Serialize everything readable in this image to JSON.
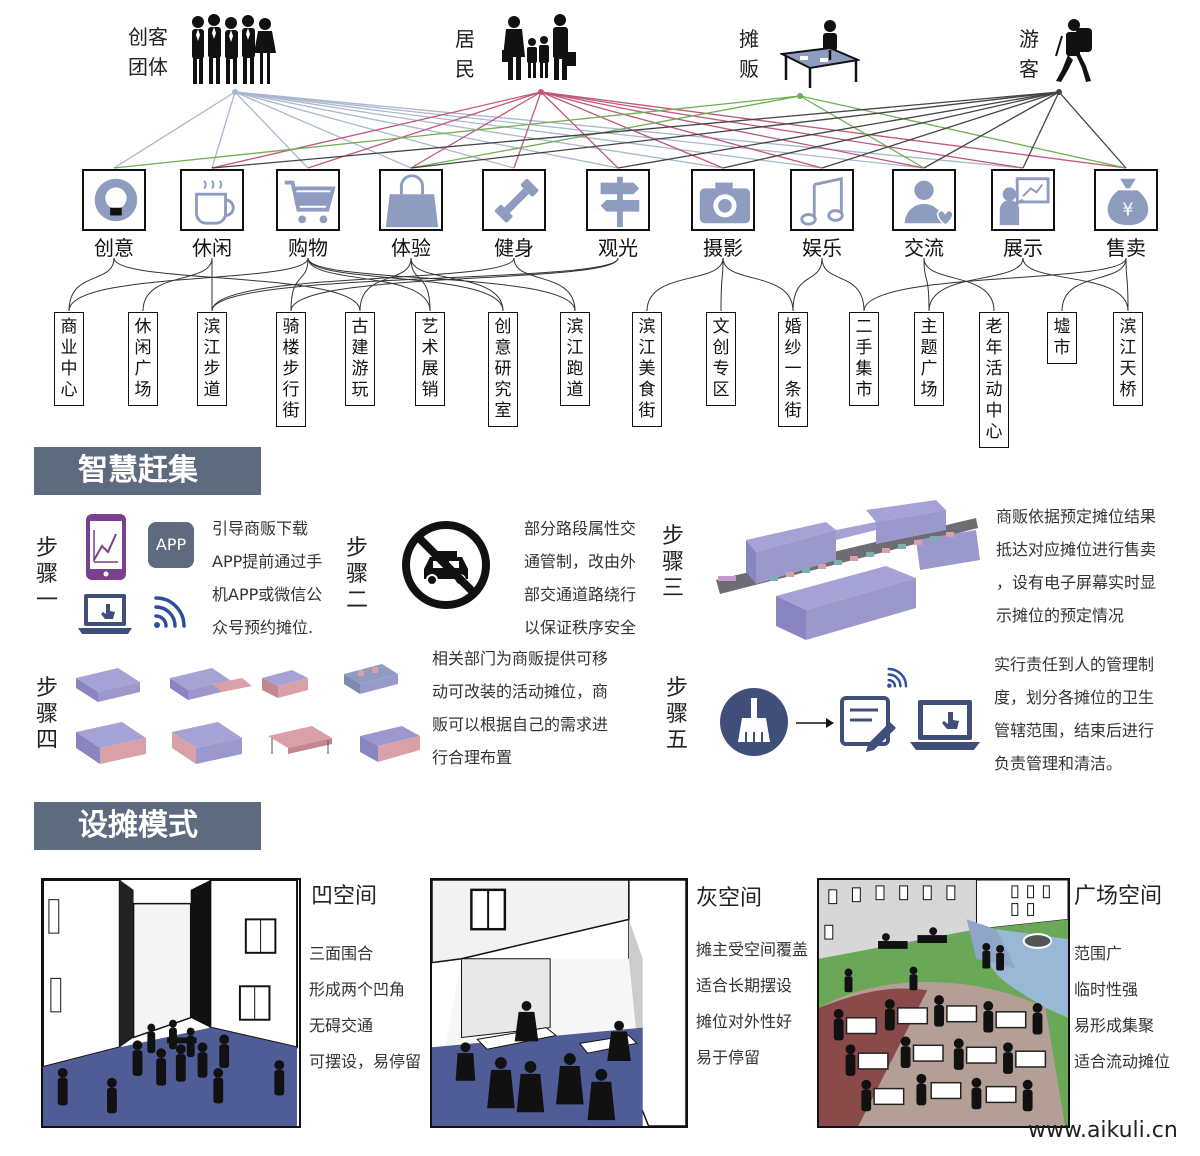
{
  "users": [
    {
      "label": "创客团体",
      "lines": [
        "创客",
        "团体"
      ],
      "icon": "maker-group-icon"
    },
    {
      "label": "居民",
      "lines": [
        "居",
        "民"
      ],
      "icon": "resident-family-icon"
    },
    {
      "label": "摊贩",
      "lines": [
        "摊",
        "贩"
      ],
      "icon": "vendor-stall-icon"
    },
    {
      "label": "游客",
      "lines": [
        "游",
        "客"
      ],
      "icon": "tourist-backpacker-icon"
    }
  ],
  "activities": [
    {
      "label": "创意",
      "icon": "lightbulb-icon"
    },
    {
      "label": "休闲",
      "icon": "coffee-cup-icon"
    },
    {
      "label": "购物",
      "icon": "shopping-cart-icon"
    },
    {
      "label": "体验",
      "icon": "shopping-bag-icon"
    },
    {
      "label": "健身",
      "icon": "dumbbell-icon"
    },
    {
      "label": "观光",
      "icon": "signpost-icon"
    },
    {
      "label": "摄影",
      "icon": "camera-icon"
    },
    {
      "label": "娱乐",
      "icon": "music-note-icon"
    },
    {
      "label": "交流",
      "icon": "person-heart-icon"
    },
    {
      "label": "展示",
      "icon": "presentation-icon"
    },
    {
      "label": "售卖",
      "icon": "money-bag-icon"
    }
  ],
  "places": [
    "商业中心",
    "休闲广场",
    "滨江步道",
    "骑楼步行街",
    "古建游玩",
    "艺术展销",
    "创意研究室",
    "滨江跑道",
    "滨江美食街",
    "文创专区",
    "婚纱一条街",
    "二手集市",
    "主题广场",
    "老年活动中心",
    "墟市",
    "滨江天桥"
  ],
  "section1": {
    "title": "智慧赶集",
    "steps": [
      {
        "label": "步骤一",
        "chars": [
          "步",
          "骤",
          "一"
        ],
        "lines": [
          "引导商贩下载",
          "APP提前通过手",
          "机APP或微信公",
          "众号预约摊位."
        ],
        "app_badge": "APP"
      },
      {
        "label": "步骤二",
        "chars": [
          "步",
          "骤",
          "二"
        ],
        "lines": [
          "部分路段属性交",
          "通管制，改由外",
          "部交通道路绕行",
          "以保证秩序安全"
        ]
      },
      {
        "label": "步骤三",
        "chars": [
          "步",
          "骤",
          "三"
        ],
        "lines": [
          "商贩依据预定摊位结果",
          "抵达对应摊位进行售卖",
          "，设有电子屏幕实时显",
          "示摊位的预定情况"
        ]
      },
      {
        "label": "步骤四",
        "chars": [
          "步",
          "骤",
          "四"
        ],
        "lines": [
          "相关部门为商贩提供可移",
          "动可改装的活动摊位，商",
          "贩可以根据自己的需求进",
          "行合理布置"
        ]
      },
      {
        "label": "步骤五",
        "chars": [
          "步",
          "骤",
          "五"
        ],
        "lines": [
          "实行责任到人的管理制",
          "度，划分各摊位的卫生",
          "管辖范围，结束后进行",
          "负责管理和清洁。"
        ]
      }
    ]
  },
  "section2": {
    "title": "设摊模式",
    "scenes": [
      {
        "title": "凹空间",
        "lines": [
          "三面围合",
          "形成两个凹角",
          "无碍交通",
          "可摆设，易停留"
        ]
      },
      {
        "title": "灰空间",
        "lines": [
          "摊主受空间覆盖",
          "适合长期摆设",
          "摊位对外性好",
          "易于停留"
        ]
      },
      {
        "title": "广场空间",
        "lines": [
          "范围广",
          "临时性强",
          "易形成集聚",
          "适合流动摊位"
        ]
      }
    ]
  },
  "watermark": "www.aikuli.cn",
  "colors": {
    "header_bg": "#5e6a7e",
    "icon_fill": "#8e9cc0",
    "block_purple": "#9b98cc",
    "stall_pink": "#d9a0a8",
    "ground_blue": "#4f5c96",
    "line_maker": "#a9b7cf",
    "line_resident": "#c2577e",
    "line_vendor": "#6fb04e",
    "line_tourist": "#444444"
  }
}
